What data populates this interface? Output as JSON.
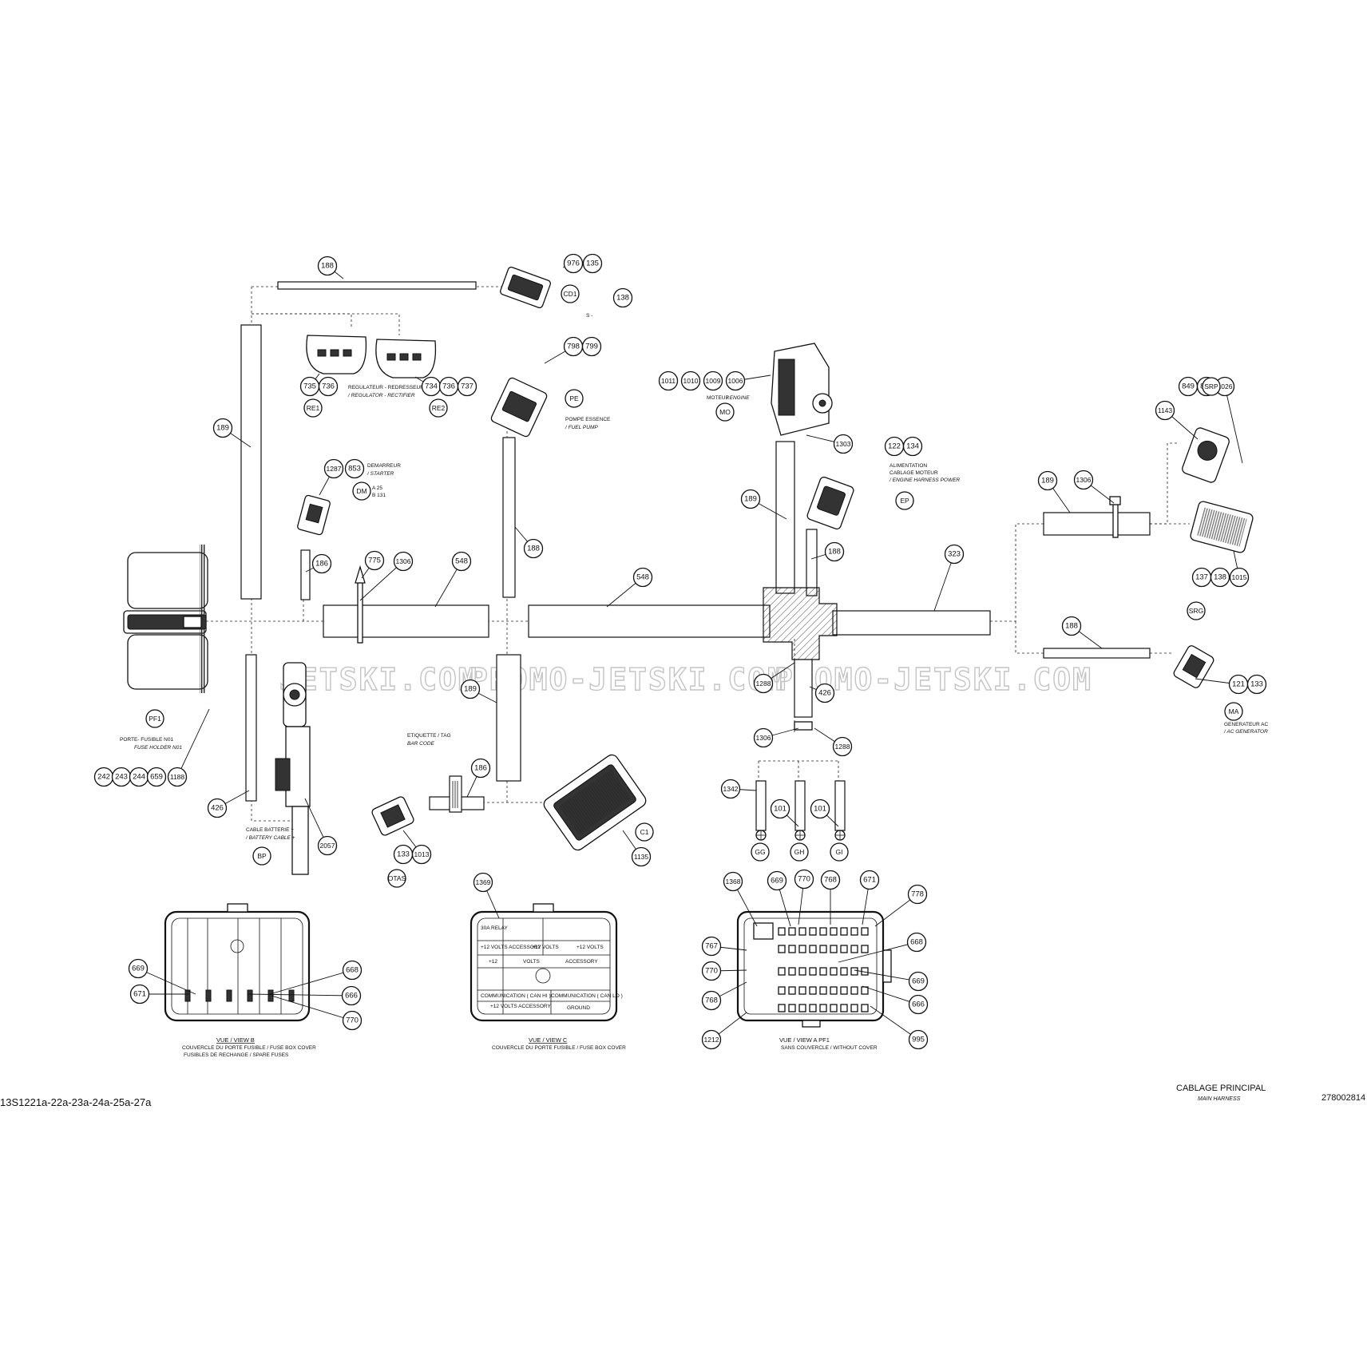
{
  "drawing": {
    "doc_code": "13S1221a-22a-23a-24a-25a-27a",
    "ref_number": "278002814",
    "title_fr": "CABLAGE PRINCIPAL",
    "title_en": "MAIN HARNESS",
    "watermark_1": "JETSKI.COM",
    "watermark_2": "PROMO-JETSKI.COM",
    "watermark_3": "PROMO-JETSKI.COM"
  },
  "labels": {
    "regulator": "REGULATEUR -   REDRESSEUR",
    "regulator_en": "/ REGULATOR -   RECTIFIER",
    "fuel_pump": "POMPE ESSENCE",
    "fuel_pump_en": "/ FUEL PUMP",
    "engine": "MOTEUR",
    "engine_en": "/ ENGINE",
    "starter": "DEMARREUR",
    "starter_en": "/ STARTER",
    "dm_a": "A 25",
    "dm_b": "B 131",
    "engine_power_1": "ALIMENTATION",
    "engine_power_2": "CABLAGE MOTEUR",
    "engine_power_en": "/ ENGINE HARNESS POWER",
    "fuse_holder": "PORTE-  FUSIBLE N01",
    "fuse_holder_en": "FUSE HOLDER N01",
    "battery_cable": "CABLE BATTERIE +",
    "battery_cable_en": "/ BATTERY CABLE +",
    "tag": "ETIQUETTE / TAG",
    "tag_en": "BAR CODE",
    "ac_generator": "GENERATEUR AC",
    "ac_generator_en": "/ AC GENERATOR",
    "view_b": "VUE / VIEW B",
    "view_b_1": "COUVERCLE DU PORTE FUSIBLE / FUSE BOX COVER",
    "view_b_2": "FUSIBLES DE RECHANGE / SPARE FUSES",
    "view_c": "VUE / VIEW C",
    "view_c_1": "COUVERCLE DU PORTE FUSIBLE / FUSE BOX COVER",
    "view_a": "VUE / VIEW A     PF1",
    "view_a_1": "SANS COUVERCLE / WITHOUT COVER",
    "s_label": "S -",
    "cover_relay": "30A RELAY",
    "cover_12v_acc": "+12 VOLTS ACCESSORY",
    "cover_12v": "+12 VOLTS",
    "cover_12v_b": "+12 VOLTS",
    "cover_plus12": "+12",
    "cover_volts": "VOLTS",
    "cover_accessory": "ACCESSORY",
    "cover_comm_hi": "COMMUNICATION ( CAN HI )",
    "cover_comm_lo": "COMMUNICATION ( CAN LO )",
    "cover_12v_acc2": "+12 VOLTS ACCESSORY",
    "cover_ground": "GROUND"
  },
  "connectors": [
    {
      "id": "c_cd1",
      "text": "CD1"
    },
    {
      "id": "c_re1",
      "text": "RE1"
    },
    {
      "id": "c_re2",
      "text": "RE2"
    },
    {
      "id": "c_pe",
      "text": "PE"
    },
    {
      "id": "c_mo",
      "text": "MO"
    },
    {
      "id": "c_dm",
      "text": "DM"
    },
    {
      "id": "c_ep",
      "text": "EP"
    },
    {
      "id": "c_srp",
      "text": "SRP"
    },
    {
      "id": "c_srg",
      "text": "SRG"
    },
    {
      "id": "c_ma",
      "text": "MA"
    },
    {
      "id": "c_pf1",
      "text": "PF1"
    },
    {
      "id": "c_bp",
      "text": "BP"
    },
    {
      "id": "c_c1",
      "text": "C1"
    },
    {
      "id": "c_otas",
      "text": "OTAS"
    },
    {
      "id": "c_gg",
      "text": "GG"
    },
    {
      "id": "c_gh",
      "text": "GH"
    },
    {
      "id": "c_gi",
      "text": "GI"
    }
  ],
  "callouts": [
    "188",
    "976",
    "135",
    "138",
    "735",
    "736",
    "734",
    "736",
    "737",
    "798",
    "799",
    "1011",
    "1010",
    "1009",
    "1006",
    "1303",
    "122",
    "134",
    "189",
    "1287",
    "853",
    "186",
    "775",
    "1306",
    "548",
    "188",
    "548",
    "189",
    "188",
    "323",
    "189",
    "1306",
    "1143",
    "849",
    "848",
    "1026",
    "137",
    "138",
    "1015",
    "188",
    "121",
    "133",
    "242",
    "243",
    "244",
    "659",
    "1188",
    "426",
    "2057",
    "189",
    "186",
    "133",
    "1013",
    "1135",
    "1288",
    "426",
    "1306",
    "1288",
    "1342",
    "101",
    "101",
    "1369",
    "1368",
    "669",
    "770",
    "768",
    "671",
    "778",
    "767",
    "668",
    "770",
    "669",
    "768",
    "666",
    "1212",
    "995",
    "669",
    "671",
    "668",
    "666",
    "770"
  ]
}
